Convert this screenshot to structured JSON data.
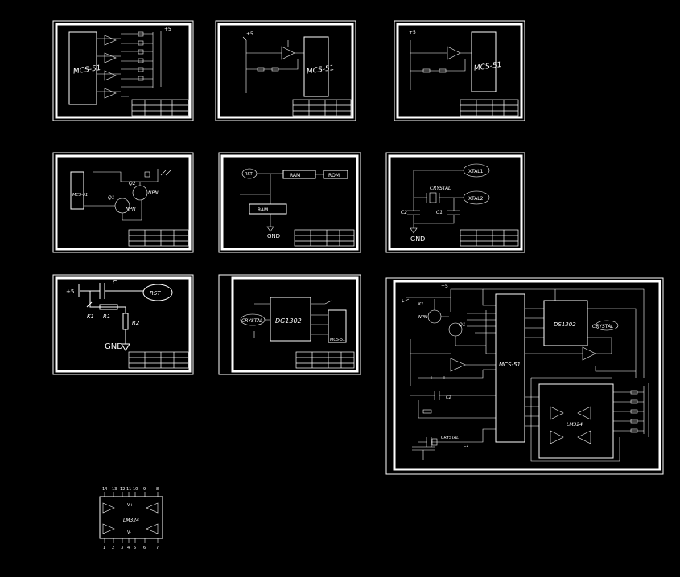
{
  "sheets": {
    "s1": {
      "chip": "MCS-51",
      "pin_label": "+5"
    },
    "s2": {
      "chip": "MCS-51",
      "pin_label": "+5"
    },
    "s3": {
      "chip": "MCS-51",
      "pin_label": "+5"
    },
    "s4": {
      "chip": "MCS-51",
      "q1": "Q1",
      "q2": "Q2",
      "npn1": "NPN",
      "npn2": "NPN"
    },
    "s5": {
      "node": "RST",
      "b1": "RAM",
      "b2": "ROM",
      "b3": "RAM",
      "gnd": "GND"
    },
    "s6": {
      "xtal1": "XTAL1",
      "xtal2": "XTAL2",
      "crystal": "CRYSTAL",
      "c1": "C1",
      "c2": "C2",
      "gnd": "GND"
    },
    "s7": {
      "plus5": "+5",
      "c": "C",
      "rst": "RST",
      "k1": "K1",
      "r1": "R1",
      "r2": "R2",
      "gnd": "GND"
    },
    "s8": {
      "crystal": "CRYSTAL",
      "chip": "DG1302",
      "mcs": "MCS-51"
    },
    "main": {
      "chip": "MCS-51",
      "rtc": "DS1302",
      "crystal": "CRYSTAL",
      "plus5": "+5",
      "q1": "Q1",
      "npn": "NPN",
      "k1": "K1",
      "c2": "C2",
      "c1": "C1",
      "crystal2": "CRYSTAL",
      "opamp": "LM324"
    }
  },
  "legend": {
    "chip": "LM324",
    "vcc": "V+",
    "vee": "V-",
    "top_pins": [
      "14",
      "13",
      "12",
      "11",
      "10",
      "9",
      "8"
    ],
    "bottom_pins": [
      "1",
      "2",
      "3",
      "4",
      "5",
      "6",
      "7"
    ]
  }
}
